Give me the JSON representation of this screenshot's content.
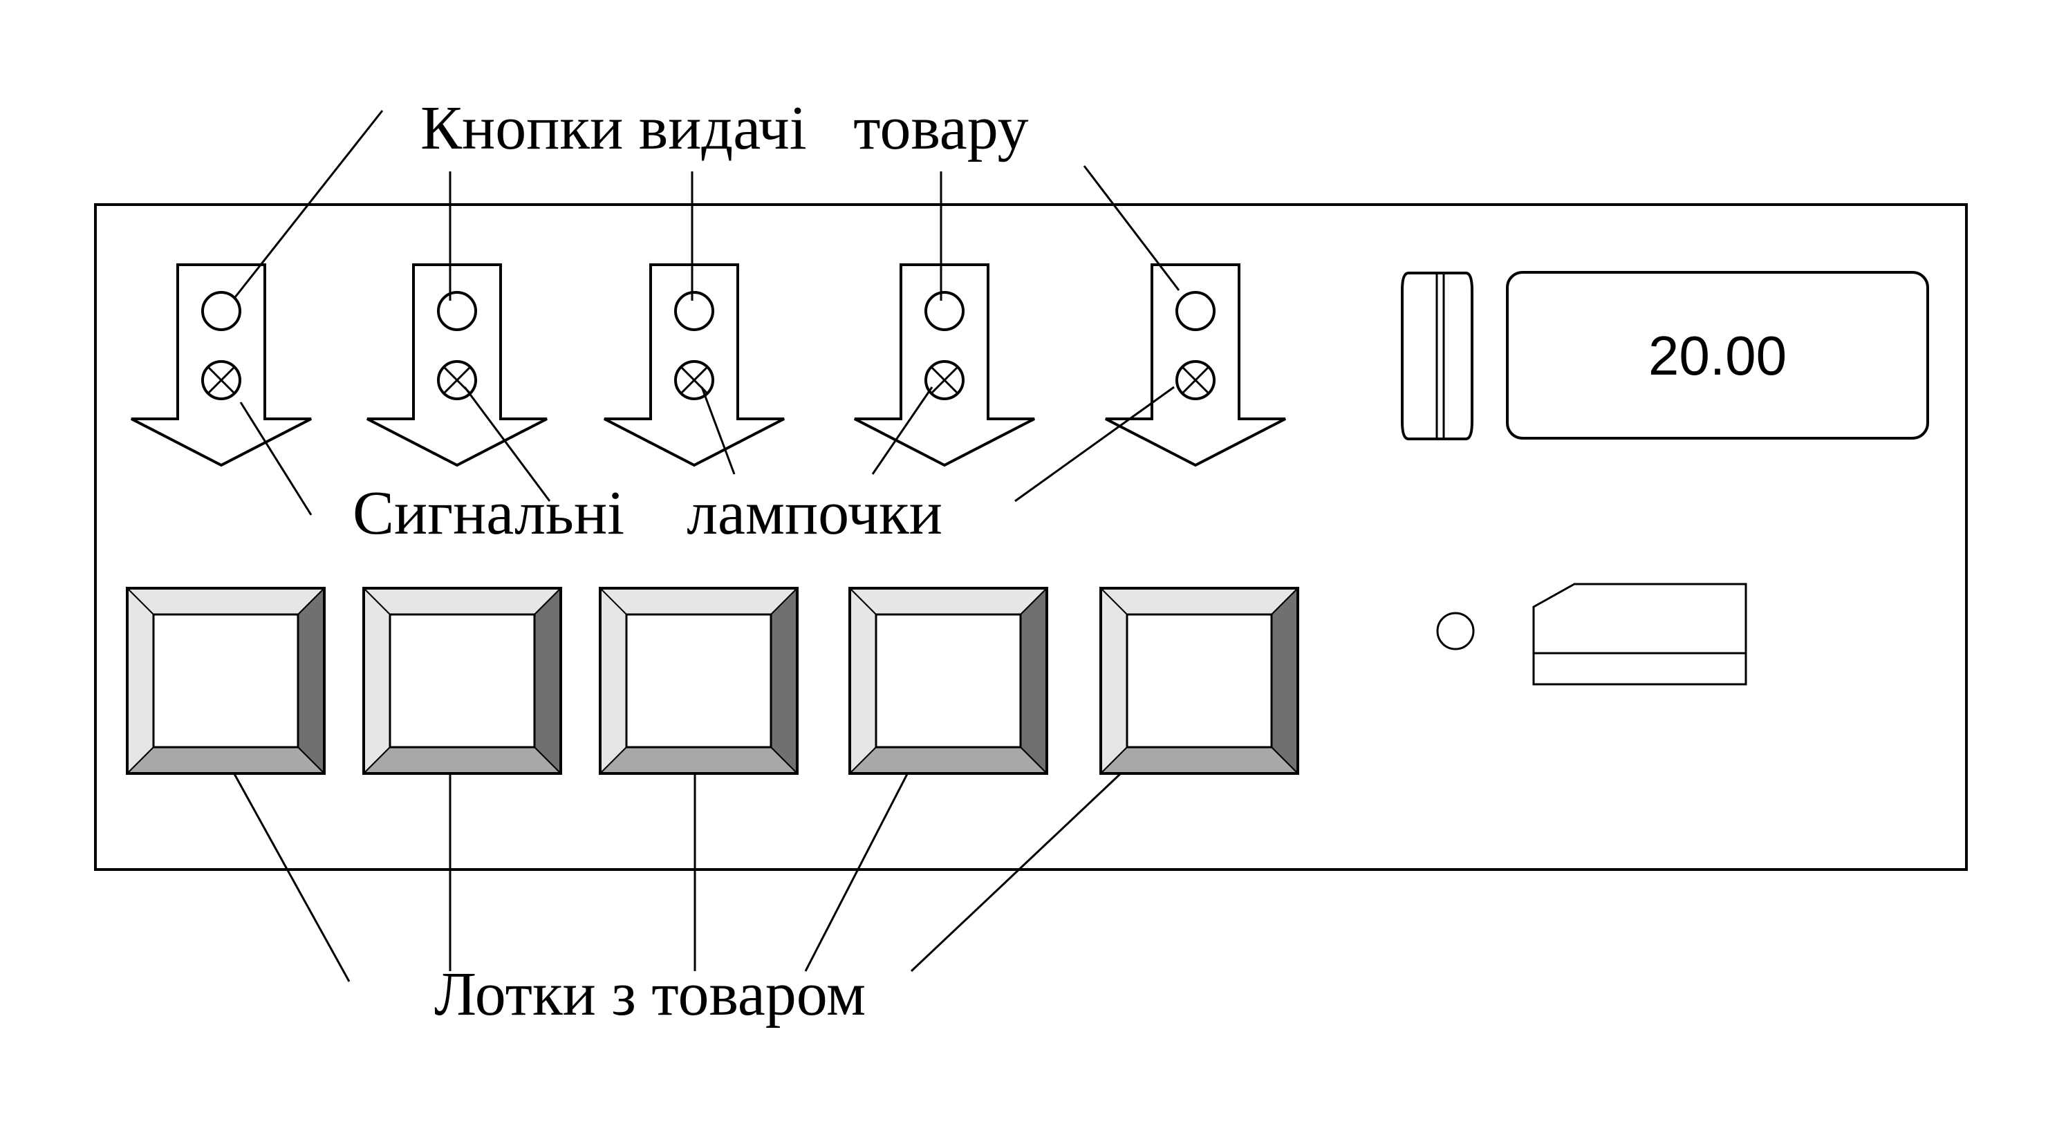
{
  "labels": {
    "dispense_buttons": "Кнопки видачі   товару",
    "signal_lamps": "Сигнальні    лампочки",
    "trays": "Лотки з товаром"
  },
  "display": {
    "value": "20.00"
  },
  "slot_count": 5,
  "colors": {
    "line": "#000000",
    "background": "#ffffff",
    "tray_face": "#ffffff",
    "tray_bevel_light": "#e6e6e6",
    "tray_bevel_mid": "#a8a8a8",
    "tray_bevel_dark": "#707070"
  }
}
